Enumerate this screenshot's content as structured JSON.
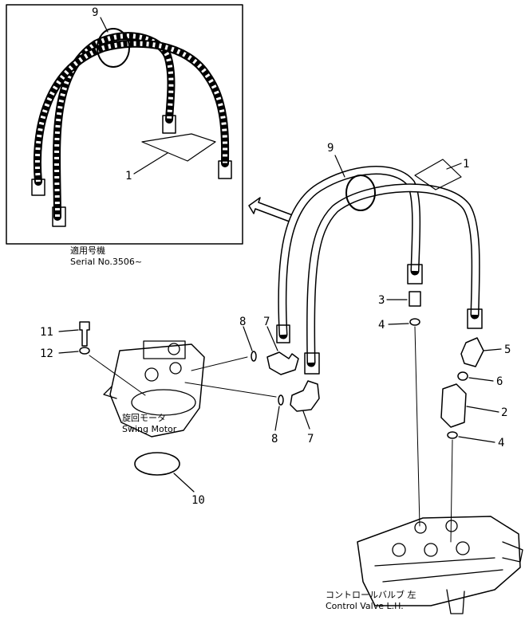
{
  "inset": {
    "labels": {
      "band": "9",
      "hose": "1"
    },
    "caption_jp": "適用号機",
    "caption_en": "Serial No.3506~"
  },
  "parts": {
    "p1": "1",
    "p2": "2",
    "p3": "3",
    "p4a": "4",
    "p4b": "4",
    "p5": "5",
    "p6": "6",
    "p7a": "7",
    "p7b": "7",
    "p8a": "8",
    "p8b": "8",
    "p9": "9",
    "p10": "10",
    "p11": "11",
    "p12": "12"
  },
  "components": {
    "swing_motor_jp": "旋回モータ",
    "swing_motor_en": "Swing Motor",
    "control_valve_jp": "コントロールバルブ 左",
    "control_valve_en": "Control Valve L.H."
  }
}
